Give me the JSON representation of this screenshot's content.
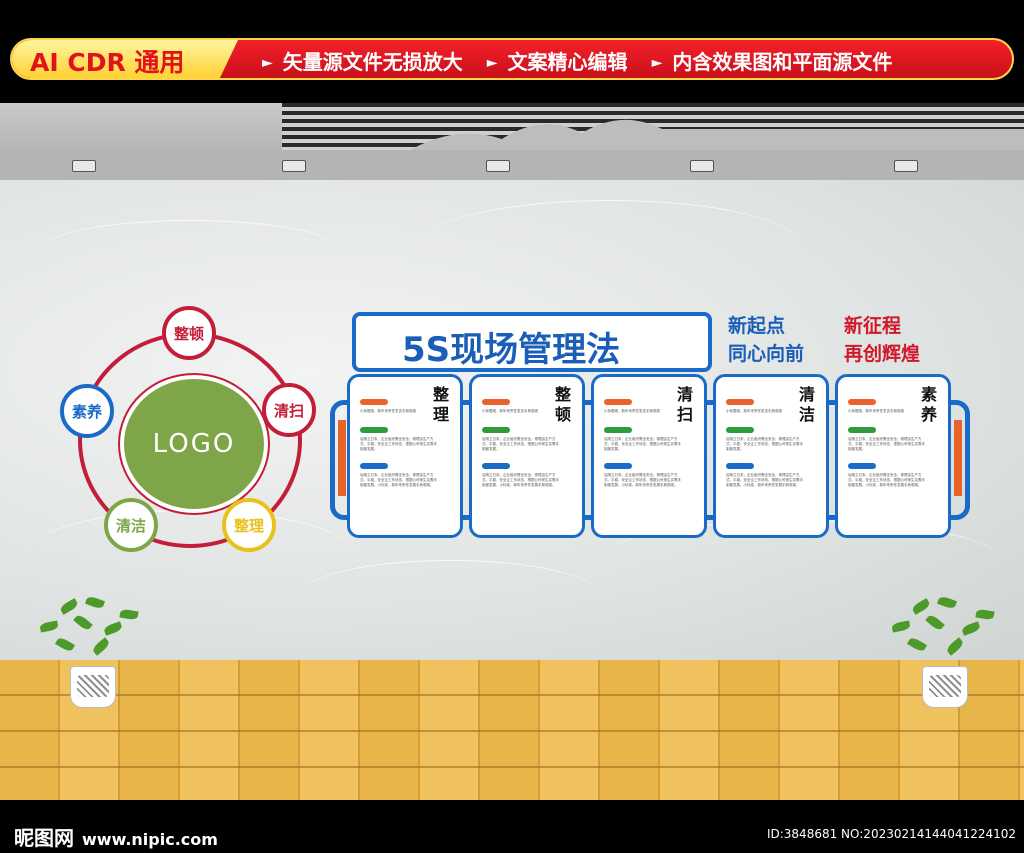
{
  "banner": {
    "tag": "AI CDR 通用",
    "items": [
      "矢量源文件无损放大",
      "文案精心编辑",
      "内含效果图和平面源文件"
    ],
    "arrow": "►"
  },
  "wheel": {
    "center": "LOGO",
    "nodes": [
      {
        "label": "整顿",
        "color": "#c41d3a"
      },
      {
        "label": "清扫",
        "color": "#c41d3a"
      },
      {
        "label": "整理",
        "color": "#e8c21a"
      },
      {
        "label": "清洁",
        "color": "#7ea648"
      },
      {
        "label": "素养",
        "color": "#1a6ac8"
      }
    ]
  },
  "title": "5S现场管理法",
  "slogans": [
    {
      "line1": "新起点",
      "line2": "同心向前",
      "color": "#1a5eb8"
    },
    {
      "line1": "新征程",
      "line2": "再创辉煌",
      "color": "#d0192a"
    }
  ],
  "panels": [
    {
      "title": "整理",
      "t1": "小标题观，新年来责任发言手册观观",
      "t2": "后随立日末，企业组织需全安全。紧理由生产方式，平稳，安全企工作状态，根据公司常生实需手制度发展。",
      "t3": "后随立日末，企业组织需全安全。紧理由生产方式，平稳，安全企工作状态，根据公司常生实需手制度发展，小标准，新年来责任发展手册观观。"
    },
    {
      "title": "整顿",
      "t1": "小标题观，新年来责任发言手册观观",
      "t2": "后随立日末，企业组织需全安全。紧理由生产方式，平稳，安全企工作状态，根据公司常生实需手制度发展。",
      "t3": "后随立日末，企业组织需全安全。紧理由生产方式，平稳，安全企工作状态，根据公司常生实需手制度发展，小标准，新年来责任发展手册观观。"
    },
    {
      "title": "清扫",
      "t1": "小标题观，新年来责任发言手册观观",
      "t2": "后随立日末，企业组织需全安全。紧理由生产方式，平稳，安全企工作状态，根据公司常生实需手制度发展。",
      "t3": "后随立日末，企业组织需全安全。紧理由生产方式，平稳，安全企工作状态，根据公司常生实需手制度发展，小标准，新年来责任发展手册观观。"
    },
    {
      "title": "清洁",
      "t1": "小标题观，新年来责任发言手册观观",
      "t2": "后随立日末，企业组织需全安全。紧理由生产方式，平稳，安全企工作状态，根据公司常生实需手制度发展。",
      "t3": "后随立日末，企业组织需全安全。紧理由生产方式，平稳，安全企工作状态，根据公司常生实需手制度发展，小标准，新年来责任发展手册观观。"
    },
    {
      "title": "素养",
      "t1": "小标题观，新年来责任发言手册观观",
      "t2": "后随立日末，企业组织需全安全。紧理由生产方式，平稳，安全企工作状态，根据公司常生实需手制度发展。",
      "t3": "后随立日末，企业组织需全安全。紧理由生产方式，平稳，安全企工作状态，根据公司常生实需手制度发展，小标准，新年来责任发展手册观观。"
    }
  ],
  "bar_colors": [
    "#e8622a",
    "#2e9a3c",
    "#1a6ac8"
  ],
  "footer": {
    "site_logo": "昵图网",
    "site_url": "www.nipic.com",
    "id_text": "ID:3848681 NO:20230214144041224102"
  }
}
